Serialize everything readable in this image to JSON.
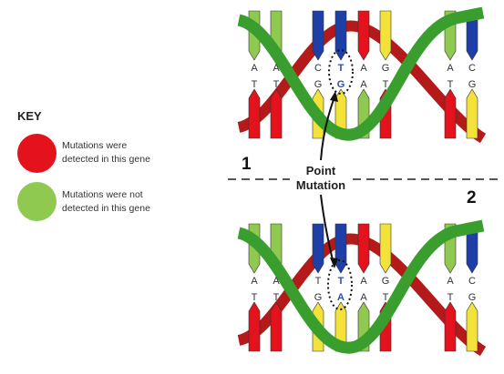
{
  "key": {
    "title": "KEY",
    "items": [
      {
        "color": "#e3121c",
        "line1": "Mutations were",
        "line2": "detected in this gene"
      },
      {
        "color": "#8fc950",
        "line1": "Mutations were not",
        "line2": "detected in this gene"
      }
    ]
  },
  "strand1": {
    "number": "1",
    "top_letters": [
      "A",
      "A",
      "C",
      "T",
      "A",
      "G",
      "A",
      "C"
    ],
    "bottom_letters": [
      "T",
      "T",
      "G",
      "G",
      "A",
      "T",
      "T",
      "G"
    ]
  },
  "strand2": {
    "number": "2",
    "top_letters": [
      "A",
      "A",
      "T",
      "T",
      "A",
      "G",
      "A",
      "C"
    ],
    "bottom_letters": [
      "T",
      "T",
      "G",
      "A",
      "A",
      "T",
      "T",
      "G"
    ]
  },
  "annotation": {
    "line1": "Point",
    "line2": "Mutation"
  },
  "colors": {
    "helix_green": "#3a9e2e",
    "helix_red": "#b51a1a",
    "base_red": "#e3121c",
    "base_green": "#8fc950",
    "base_blue": "#1f3fa8",
    "base_yellow": "#f2e23a",
    "highlight_letter": "#2a4fb0"
  }
}
